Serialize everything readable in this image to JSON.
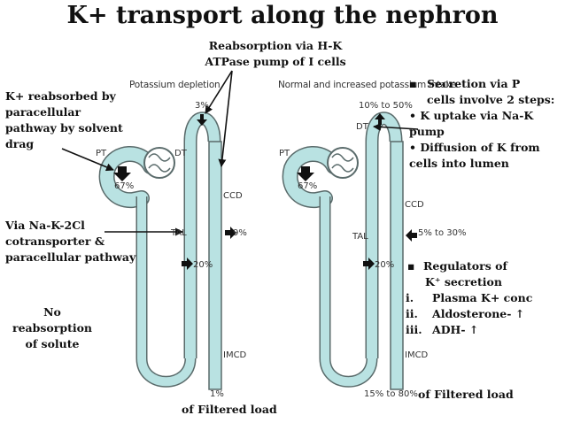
{
  "title": "K+ transport along the nephron",
  "colors": {
    "tubule": "#b9e2e2",
    "outline": "#5a6b6b",
    "arrow": "#111111"
  },
  "left_panel": {
    "header": "Potassium depletion",
    "labels": {
      "pt": "PT",
      "pt_pct": "67%",
      "dt": "DT",
      "dt_pct": "3%",
      "ccd": "CCD",
      "ccd_pct": "9%",
      "tal": "TAL",
      "tal_pct": "20%",
      "imcd": "IMCD",
      "bottom_pct": "1%"
    }
  },
  "right_panel": {
    "header": "Normal and increased potassium intake",
    "labels": {
      "pt": "PT",
      "pt_pct": "67%",
      "dt": "DT",
      "dt_pct": "10% to 50%",
      "ccd": "CCD",
      "ccd_pct": "5% to 30%",
      "tal": "TAL",
      "tal_pct": "20%",
      "imcd": "IMCD",
      "bottom_pct": "15% to 80%"
    }
  },
  "annotations": {
    "hk_pump": [
      "Reabsorption via H-K",
      "ATPase pump of I cells"
    ],
    "paracellular": [
      "K+ reabsorbed by",
      "paracellular",
      "pathway by solvent",
      "drag"
    ],
    "nkcc": [
      "Via Na-K-2Cl",
      "cotransporter &",
      "paracellular pathway"
    ],
    "no_reabs": [
      "No",
      "reabsorption",
      "of solute"
    ],
    "filtered_left": "of Filtered load",
    "filtered_right": "of Filtered load"
  },
  "secretion": {
    "heading": [
      "Secretion  via P",
      "cells involve 2 steps:"
    ],
    "steps": [
      "K uptake via Na-K",
      "pump",
      "Diffusion of K from",
      "cells into lumen"
    ]
  },
  "regulators": {
    "heading": [
      "Regulators of",
      "K⁺ secretion"
    ],
    "items": [
      {
        "marker": "i.",
        "text": "Plasma K+ conc"
      },
      {
        "marker": "ii.",
        "text": "Aldosterone- ↑"
      },
      {
        "marker": "iii.",
        "text": "ADH- ↑"
      }
    ]
  }
}
